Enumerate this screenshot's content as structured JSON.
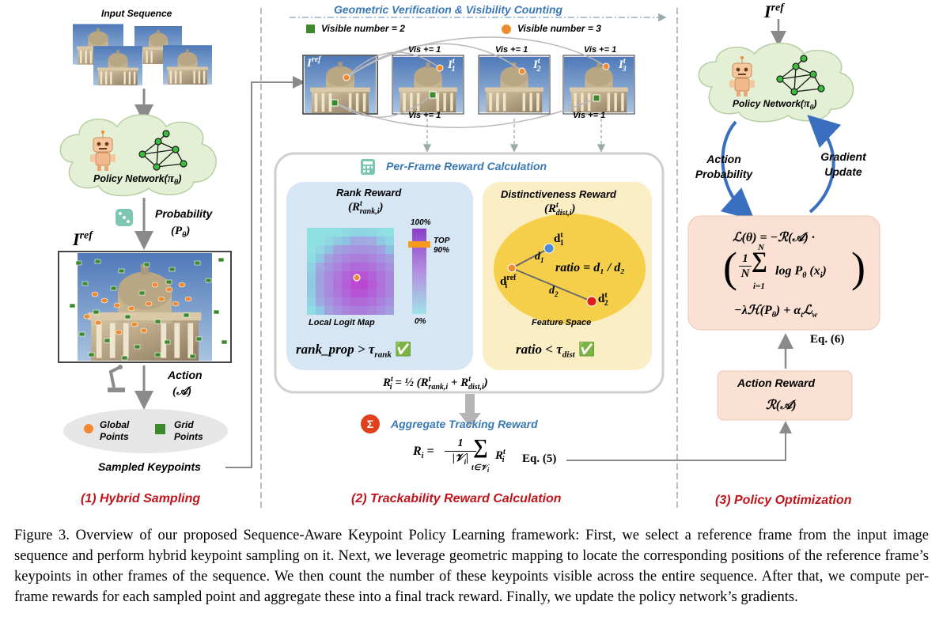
{
  "panel1": {
    "input_sequence": "Input Sequence",
    "policy_network": "Policy Network(",
    "pi_theta": "π",
    "probability": "Probability",
    "p_theta": "(P",
    "iref": "I",
    "ref_sup": "ref",
    "action": "Action",
    "action_sym": "(𝒜)",
    "global_points": "Global Points",
    "grid_points": "Grid Points",
    "sampled_keypoints": "Sampled Keypoints",
    "title": "(1)  Hybrid Sampling"
  },
  "panel2": {
    "geo_title": "Geometric Verification & Visibility Counting",
    "visible2": "Visible number = 2",
    "visible3": "Visible number = 3",
    "vis_plus": "Vis += 1",
    "frames": [
      "I",
      "I",
      "I",
      "I"
    ],
    "frame_sups": [
      "ref",
      "t",
      "t",
      "t"
    ],
    "frame_subs": [
      "",
      "1",
      "2",
      "3"
    ],
    "per_frame_title": "Per-Frame  Reward Calculation",
    "rank_reward": "Rank Reward",
    "rank_formula": "(R",
    "rank_sub": "rank,i",
    "local_logit": "Local Logit Map",
    "pct100": "100%",
    "top": "TOP",
    "pct90": "90%",
    "pct0": "0%",
    "rank_cond": "rank_prop  >  τ",
    "rank_cond_sub": "rank",
    "dist_reward": "Distinctiveness Reward",
    "dist_formula": "(R",
    "dist_sub": "dist,i",
    "feature_space": "Feature Space",
    "ratio_eq": "ratio  =  d₁ / d₂",
    "dist_cond": "ratio  <  τ",
    "dist_cond_sub": "dist",
    "rit_formula": "= ½ (R",
    "aggregate": "Aggregate Tracking Reward",
    "eq5": "Eq. (5)",
    "title": "(2)  Trackability Reward Calculation",
    "check": "✅"
  },
  "panel3": {
    "iref": "I",
    "ref_sup": "ref",
    "policy_network": "Policy Network(",
    "action_probability": "Action Probability",
    "gradient_update": "Gradient Update",
    "loss_line1": "ℒ(θ) = −ℛ(𝒜) ·",
    "loss_sum_top": "N",
    "loss_sum_bot": "i=1",
    "loss_frac_top": "1",
    "loss_frac_bot": "N",
    "loss_log": "log P",
    "loss_log_arg": "(x",
    "loss_line3": "−λℋ(P",
    "loss_line3b": ") + α",
    "loss_line3c": "ℒ",
    "eq6": "Eq. (6)",
    "action_reward": "Action Reward",
    "action_reward_sym": "ℛ(𝒜)",
    "title": "(3)  Policy Optimization"
  },
  "caption": "Figure 3. Overview of our proposed Sequence-Aware Keypoint Policy Learning framework: First, we select a reference frame from the input image sequence and perform hybrid keypoint sampling on it. Next, we leverage geometric mapping to locate the corresponding positions of the reference frame’s keypoints in other frames of the sequence. We then count the number of these keypoints visible across the entire sequence. After that, we compute per-frame rewards for each sampled point and aggregate these into a final track reward. Finally, we update the policy network’s gradients.",
  "colors": {
    "accent_blue": "#3a78b5",
    "title_red": "#c0141c",
    "cloud": "#e3f0d6",
    "orange_point": "#f08a2e",
    "green_point": "#3c8a2c",
    "rank_bg": "#d7e6f4",
    "dist_bg": "#fbeec5",
    "loss_bg": "#fae1d3"
  }
}
